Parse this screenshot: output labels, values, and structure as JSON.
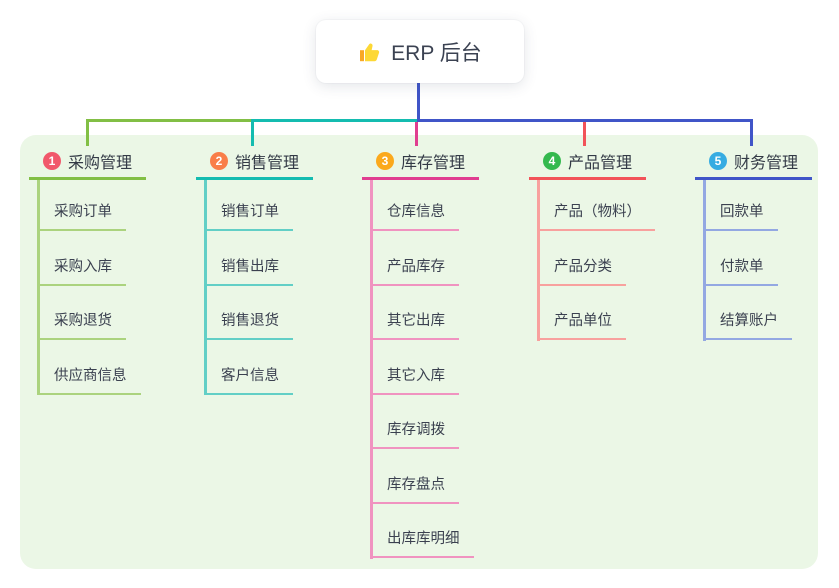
{
  "root": {
    "title": "ERP 后台",
    "icon": "thumbs-up"
  },
  "branches": [
    {
      "index": "1",
      "title": "采购管理",
      "badge_color": "#f1586b",
      "line_color": "#82bf45",
      "child_line_color": "#abd37e",
      "children": [
        "采购订单",
        "采购入库",
        "采购退货",
        "供应商信息"
      ]
    },
    {
      "index": "2",
      "title": "销售管理",
      "badge_color": "#f97e49",
      "line_color": "#14bcb0",
      "child_line_color": "#62cfc6",
      "children": [
        "销售订单",
        "销售出库",
        "销售退货",
        "客户信息"
      ]
    },
    {
      "index": "3",
      "title": "库存管理",
      "badge_color": "#fba91c",
      "line_color": "#e03e90",
      "child_line_color": "#f093c0",
      "children": [
        "仓库信息",
        "产品库存",
        "其它出库",
        "其它入库",
        "库存调拨",
        "库存盘点",
        "出库库明细"
      ]
    },
    {
      "index": "4",
      "title": "产品管理",
      "badge_color": "#34b94e",
      "line_color": "#f25359",
      "child_line_color": "#f8a19e",
      "children": [
        "产品（物料）",
        "产品分类",
        "产品单位"
      ]
    },
    {
      "index": "5",
      "title": "财务管理",
      "badge_color": "#36ace2",
      "line_color": "#4055c8",
      "child_line_color": "#93a8e2",
      "children": [
        "回款单",
        "付款单",
        "结算账户"
      ]
    }
  ],
  "connector": {
    "root_line_color": "#4055c8"
  },
  "theme": {
    "panel_bg": "#ebf7e6",
    "page_bg": "#ffffff",
    "root_text_color": "#3b4252",
    "node_text_color": "#3b4150",
    "thumb_color": "#fdd835"
  }
}
